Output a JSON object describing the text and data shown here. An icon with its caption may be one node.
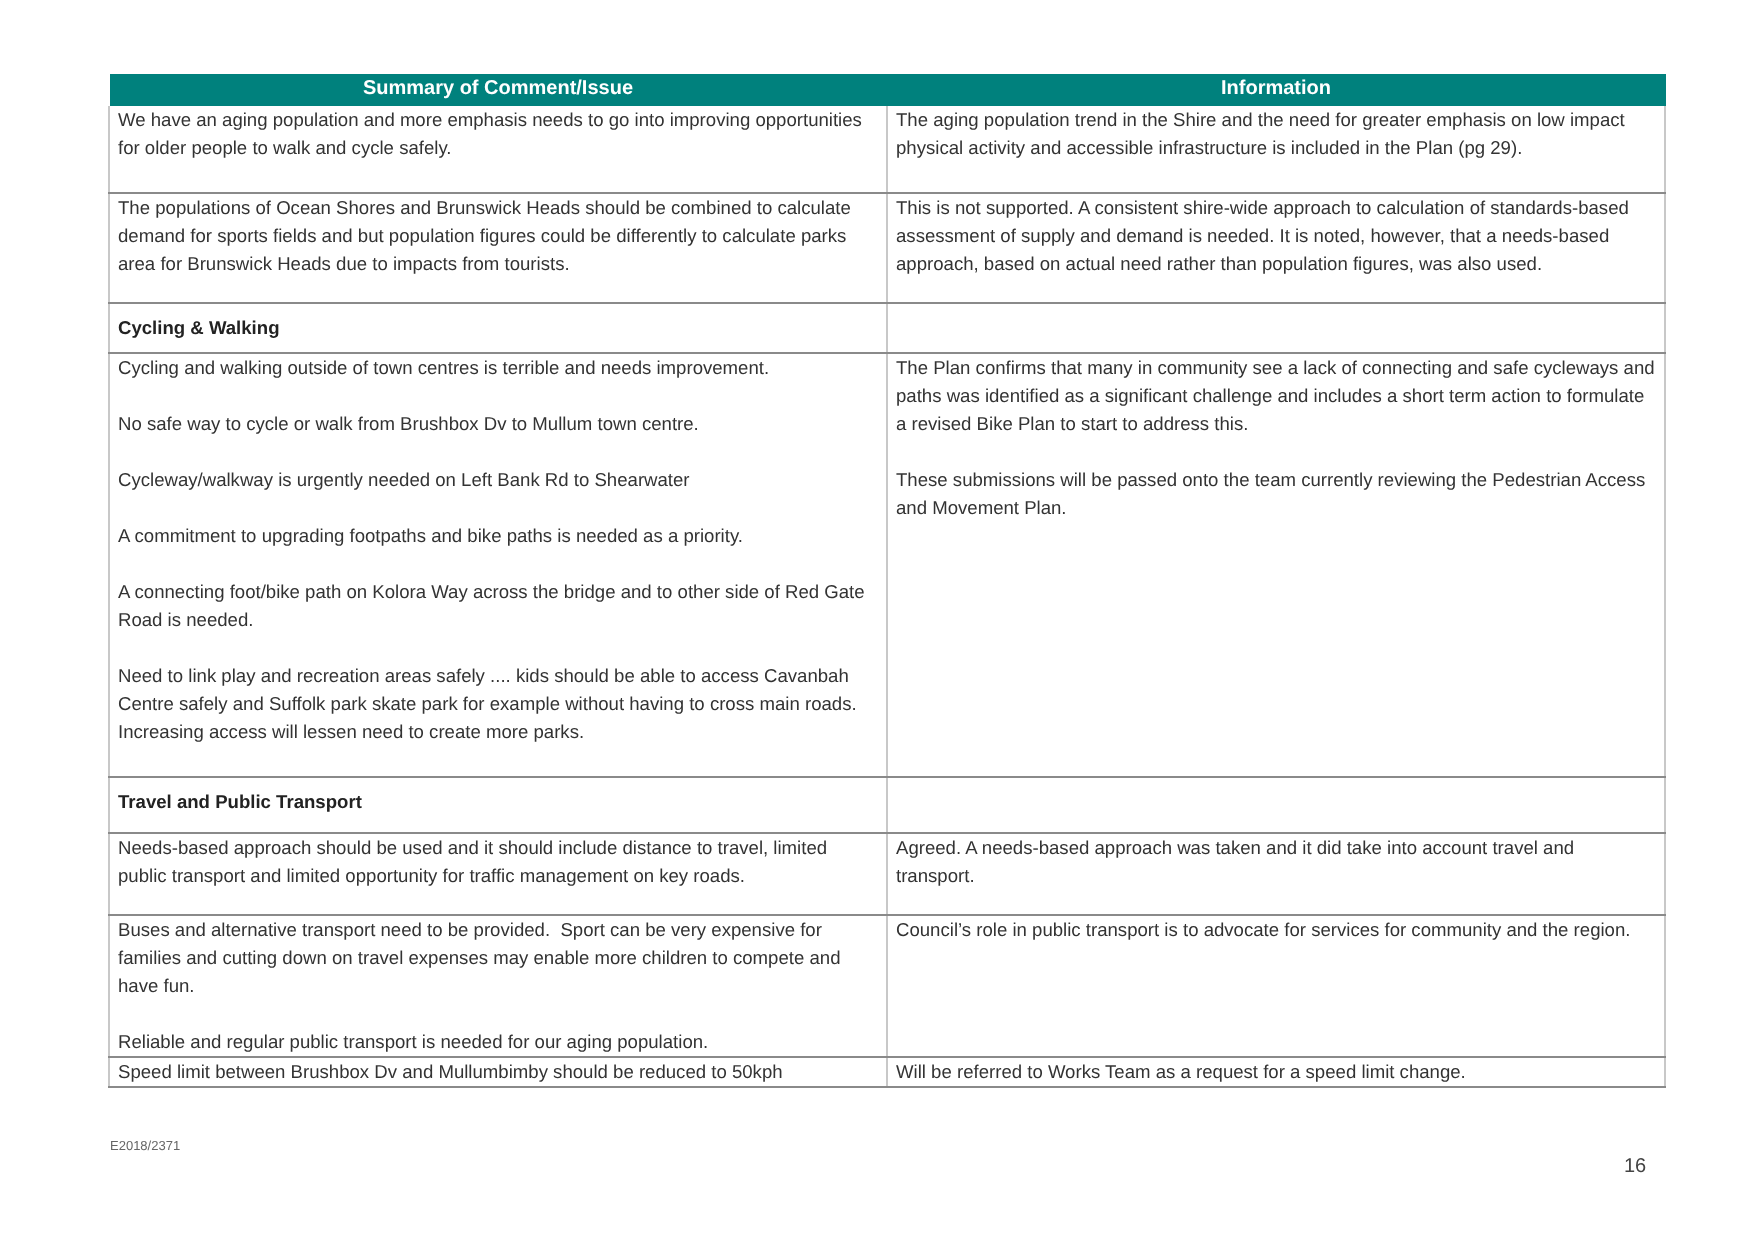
{
  "diagram": {
    "labels": [
      "Summary of Comment/Issue",
      "Information",
      "We have an aging population and more emphasis needs to go into improving opportunities for older people to walk and cycle safely.",
      "The aging population trend in the Shire and the need for greater emphasis on low impact physical activity and accessible infrastructure is included in the Plan (pg 29).",
      "The populations of Ocean Shores and Brunswick Heads should be combined to calculate demand for sports fields and but population figures could be differently to calculate parks area for Brunswick Heads due to impacts from tourists.",
      "This is not supported. A consistent shire-wide approach to calculation of standards-based assessment of supply and demand is needed. It is noted, however, that a needs-based approach, based on actual need rather than population figures, was also used.",
      "Cycling & Walking",
      "Cycling and walking outside of town centres is terrible and needs improvement.",
      "No safe way to cycle or walk from Brushbox Dv to Mullum town centre.",
      "Cycleway/walkway is urgently needed on Left Bank Rd to Shearwater",
      "A commitment to upgrading footpaths and bike paths is needed as a priority.",
      "A connecting foot/bike path on Kolora Way across the bridge and to other side of Red Gate Road is needed.",
      "Need to link play and recreation areas safely .... kids should be able to access Cavanbah Centre safely and Suffolk park skate park for example without having to cross main roads. Increasing access will lessen need to create more parks.",
      "The Plan confirms that many in community see a lack of connecting and safe cycleways and paths was identified as a significant challenge and includes a short term action to formulate a revised Bike Plan to start to address this.",
      "These submissions will be passed onto the team currently reviewing the Pedestrian Access and Movement Plan.",
      "Travel and Public Transport",
      "Needs-based approach should be used and it should include distance to travel, limited public transport and limited opportunity for traffic management on key roads.",
      "Agreed. A needs-based approach was taken and it did take into account travel and transport.",
      "Buses and alternative transport need to be provided.  Sport can be very expensive for families and cutting down on travel expenses may enable more children to compete and have fun.",
      "Reliable and regular public transport is needed for our aging population.",
      "Council’s role in public transport is to advocate for services for community and the region.",
      "Speed limit between Brushbox Dv and Mullumbimby should be reduced to 50kph",
      "Will be referred to Works Team as a request for a speed limit change.",
      "E2018/2371",
      "16"
    ]
  }
}
